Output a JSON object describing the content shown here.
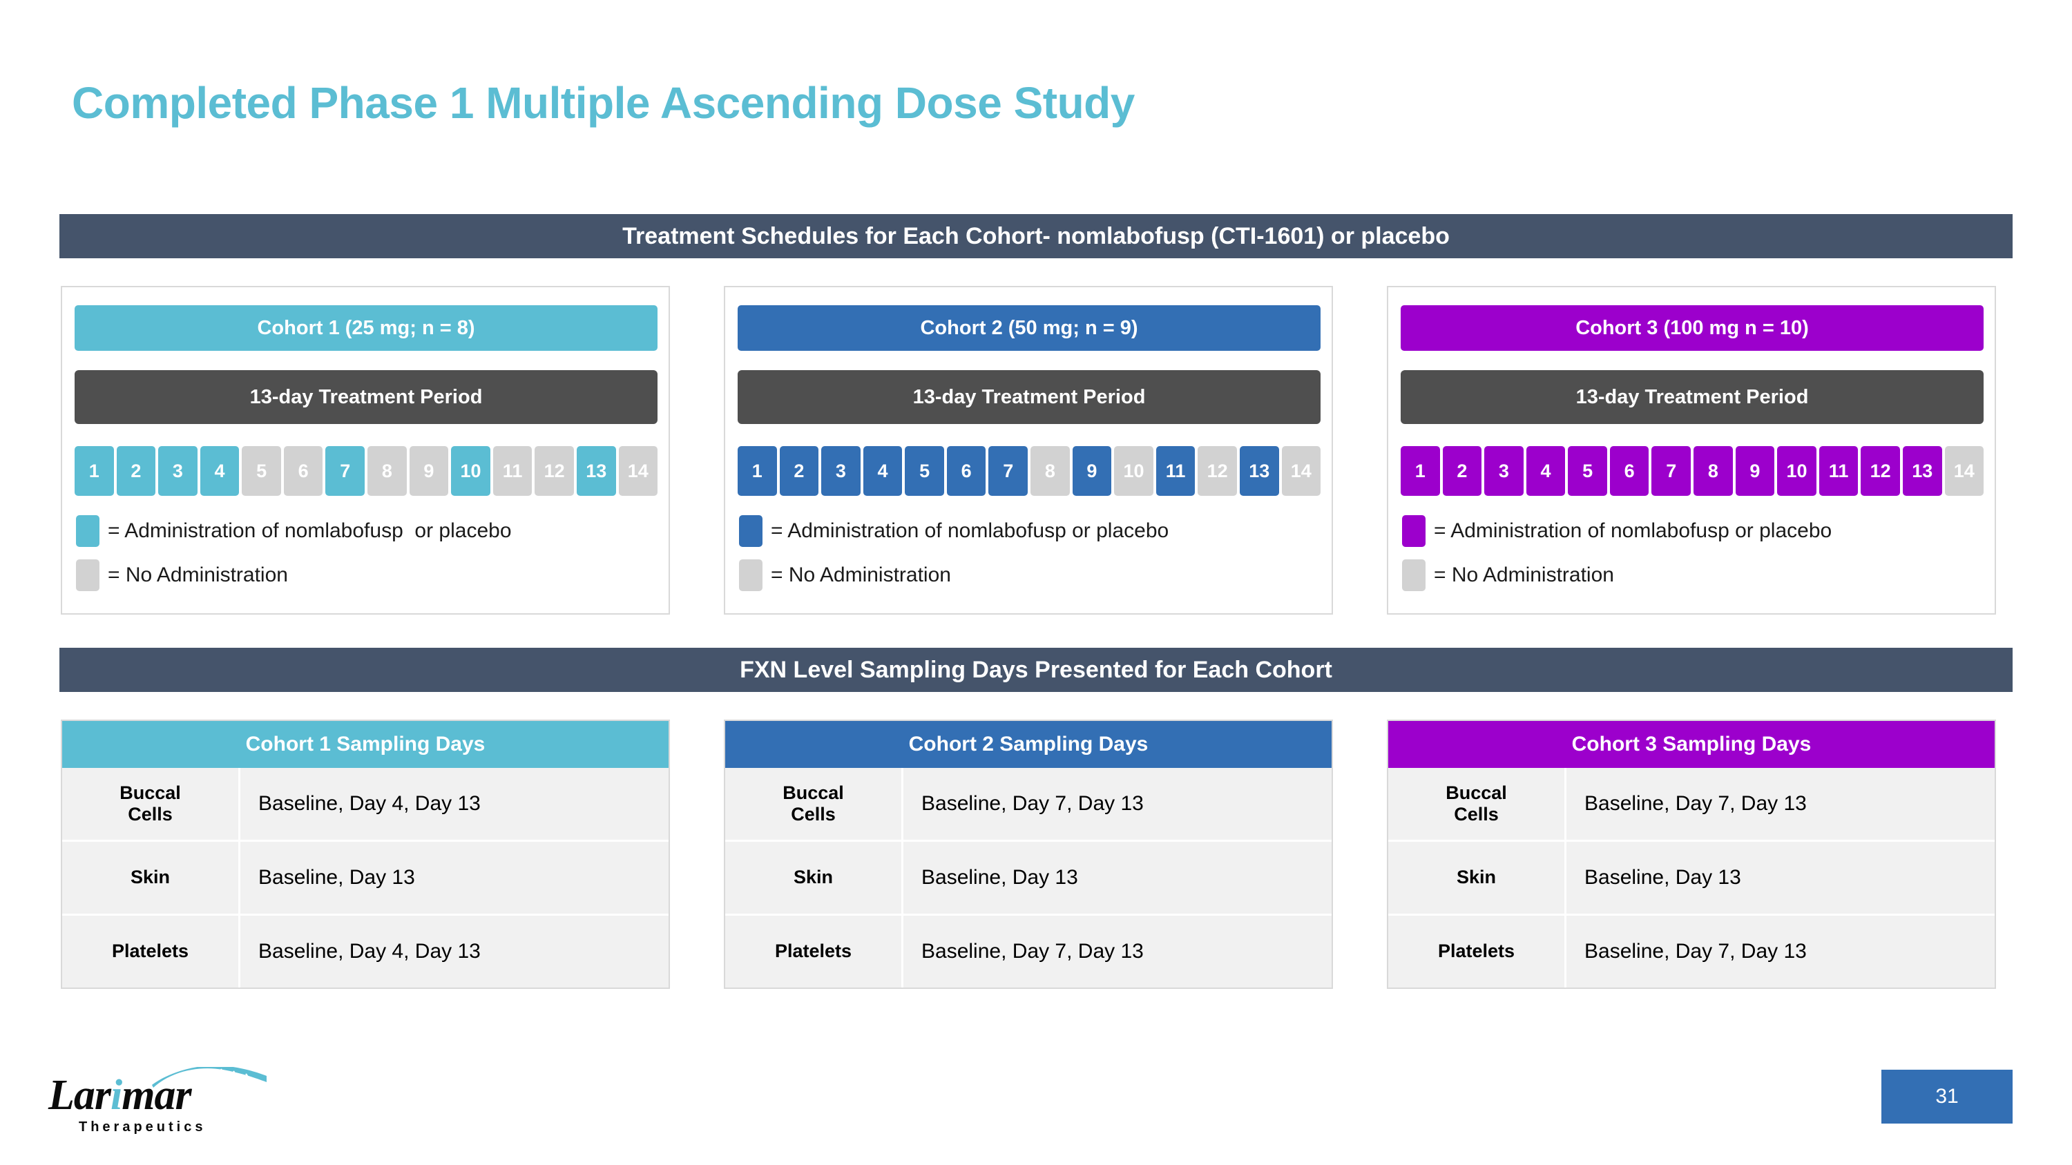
{
  "slide": {
    "title": "Completed Phase 1 Multiple Ascending Dose Study",
    "page_number": "31",
    "title_color": "#5BBDD3",
    "banner_color": "#45546B"
  },
  "banners": {
    "treatment": "Treatment Schedules for Each Cohort- nomlabofusp (CTI-1601) or placebo",
    "fxn": "FXN Level Sampling Days Presented for Each Cohort"
  },
  "cohorts": [
    {
      "header": "Cohort 1 (25 mg; n = 8)",
      "color": "#5BBDD3",
      "treatment_period": "13-day Treatment Period",
      "days": [
        "1",
        "2",
        "3",
        "4",
        "5",
        "6",
        "7",
        "8",
        "9",
        "10",
        "11",
        "12",
        "13",
        "14"
      ],
      "dosed_days": [
        1,
        2,
        3,
        4,
        7,
        10,
        13
      ],
      "legend_dosed": "= Administration of nomlabofusp  or placebo",
      "legend_none": "= No Administration"
    },
    {
      "header": "Cohort 2 (50 mg; n = 9)",
      "color": "#336FB4",
      "treatment_period": "13-day Treatment Period",
      "days": [
        "1",
        "2",
        "3",
        "4",
        "5",
        "6",
        "7",
        "8",
        "9",
        "10",
        "11",
        "12",
        "13",
        "14"
      ],
      "dosed_days": [
        1,
        2,
        3,
        4,
        5,
        6,
        7,
        9,
        11,
        13
      ],
      "legend_dosed": "= Administration of nomlabofusp or placebo",
      "legend_none": "= No Administration"
    },
    {
      "header": "Cohort 3 (100 mg n = 10)",
      "color": "#9C00CC",
      "treatment_period": "13-day Treatment Period",
      "days": [
        "1",
        "2",
        "3",
        "4",
        "5",
        "6",
        "7",
        "8",
        "9",
        "10",
        "11",
        "12",
        "13",
        "14"
      ],
      "dosed_days": [
        1,
        2,
        3,
        4,
        5,
        6,
        7,
        8,
        9,
        10,
        11,
        12,
        13
      ],
      "legend_dosed": "= Administration of nomlabofusp or placebo",
      "legend_none": "= No Administration"
    }
  ],
  "sampling_tables": [
    {
      "header": "Cohort 1 Sampling Days",
      "color": "#5BBDD3",
      "rows": [
        {
          "label": "Buccal\nCells",
          "value": "Baseline, Day 4, Day 13"
        },
        {
          "label": "Skin",
          "value": "Baseline, Day 13"
        },
        {
          "label": "Platelets",
          "value": "Baseline, Day 4, Day 13"
        }
      ]
    },
    {
      "header": "Cohort 2 Sampling Days",
      "color": "#336FB4",
      "rows": [
        {
          "label": "Buccal\nCells",
          "value": "Baseline, Day 7, Day 13"
        },
        {
          "label": "Skin",
          "value": "Baseline, Day 13"
        },
        {
          "label": "Platelets",
          "value": "Baseline, Day 7, Day 13"
        }
      ]
    },
    {
      "header": "Cohort 3 Sampling Days",
      "color": "#9C00CC",
      "rows": [
        {
          "label": "Buccal\nCells",
          "value": "Baseline, Day 7, Day 13"
        },
        {
          "label": "Skin",
          "value": "Baseline, Day 13"
        },
        {
          "label": "Platelets",
          "value": "Baseline, Day 7, Day 13"
        }
      ]
    }
  ],
  "logo": {
    "word_before": "Lar",
    "word_accent": "i",
    "word_after": "mar",
    "subtitle": "Therapeutics",
    "accent_color": "#5BBDD3"
  }
}
